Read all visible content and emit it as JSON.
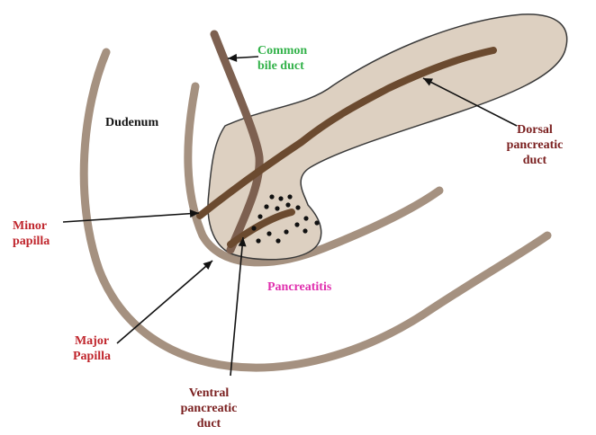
{
  "labels": {
    "common_bile_duct": "Common\nbile duct",
    "duodenum": "Dudenum",
    "dorsal_pancreatic_duct": "Dorsal\npancreatic\nduct",
    "minor_papilla": "Minor\npapilla",
    "pancreatitis": "Pancreatitis",
    "major_papilla": "Major\nPapilla",
    "ventral_pancreatic_duct": "Ventral\npancreatic\nduct"
  },
  "colors": {
    "pancreas_fill": "#ddd0c1",
    "pancreas_outline": "#3a3a3a",
    "duodenum_wall": "#a59180",
    "duct_dark": "#6b4a2f",
    "bile_duct": "#7d6050",
    "arrow": "#111111",
    "label_green": "#33b24a",
    "label_red": "#c0262d",
    "label_dark_red": "#7a1f1f",
    "label_black": "#111111",
    "label_magenta": "#e02fae"
  }
}
